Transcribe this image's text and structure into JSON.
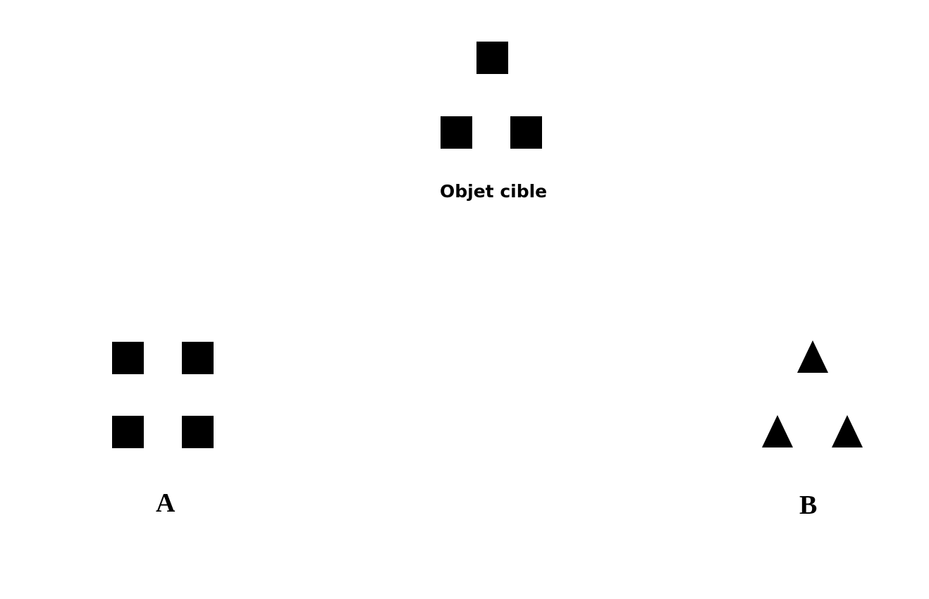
{
  "target": {
    "label": "Objet cible",
    "shape": "square",
    "count": 3,
    "arrangement": "triangle"
  },
  "option_a": {
    "label": "A",
    "shape": "square",
    "count": 4,
    "arrangement": "square"
  },
  "option_b": {
    "label": "B",
    "shape": "triangle",
    "count": 3,
    "arrangement": "triangle"
  },
  "colors": {
    "shape": "#000000",
    "background": "#ffffff"
  }
}
